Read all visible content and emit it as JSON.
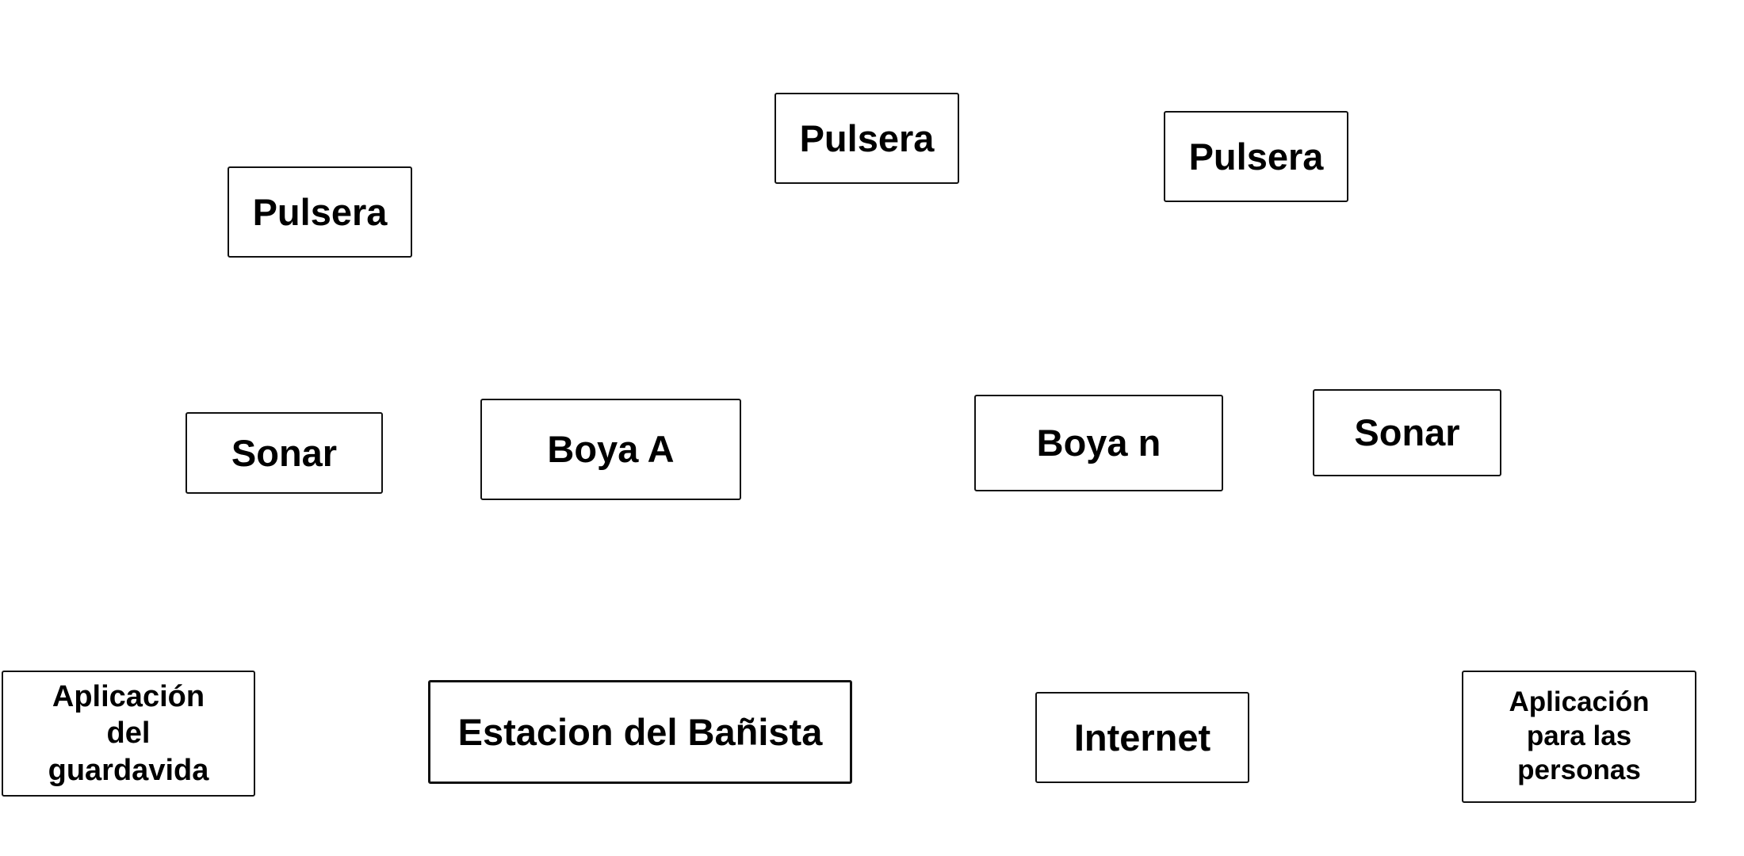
{
  "diagram": {
    "nodes": {
      "pulsera_1": {
        "label": "Pulsera"
      },
      "pulsera_2": {
        "label": "Pulsera"
      },
      "pulsera_3": {
        "label": "Pulsera"
      },
      "sonar_left": {
        "label": "Sonar"
      },
      "boya_a": {
        "label": "Boya A"
      },
      "boya_n": {
        "label": "Boya n"
      },
      "sonar_right": {
        "label": "Sonar"
      },
      "app_guardavida": {
        "lines": [
          "Aplicación",
          "del",
          "guardavida"
        ]
      },
      "estacion": {
        "label": "Estacion del Bañista"
      },
      "internet": {
        "label": "Internet"
      },
      "app_personas": {
        "lines": [
          "Aplicación",
          "para las",
          "personas"
        ]
      }
    },
    "colors": {
      "background": "#ffffff",
      "border": "#111111",
      "text": "#000000"
    }
  }
}
